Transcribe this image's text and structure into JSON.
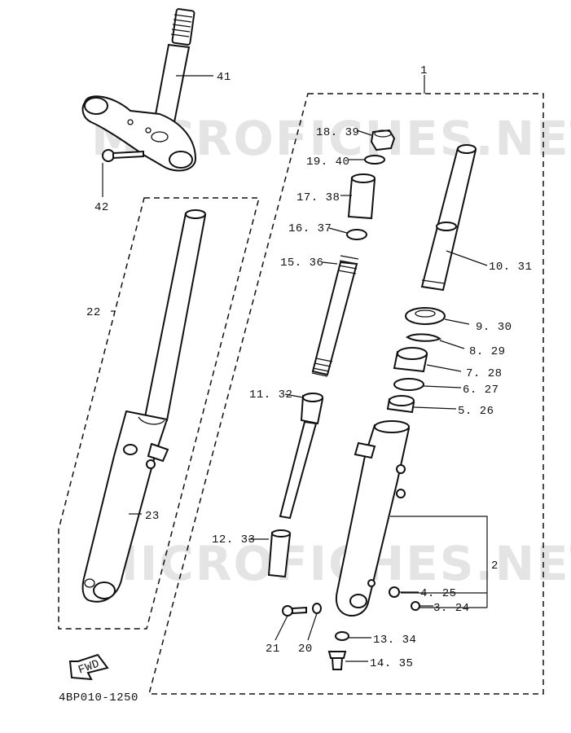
{
  "watermark": "MICROFICHES.NET",
  "drawing_code": "4BP010-1250",
  "fwd_label": "FWD",
  "callouts": {
    "c1": "1",
    "c2": "2",
    "c3": "3. 24",
    "c4": "4. 25",
    "c5": "5. 26",
    "c6": "6. 27",
    "c7": "7. 28",
    "c8": "8. 29",
    "c9": "9. 30",
    "c10": "10. 31",
    "c11": "11. 32",
    "c12": "12. 33",
    "c13": "13. 34",
    "c14": "14. 35",
    "c15": "15. 36",
    "c16": "16. 37",
    "c17": "17. 38",
    "c18": "18. 39",
    "c19": "19. 40",
    "c20": "20",
    "c21": "21",
    "c22": "22",
    "c23": "23",
    "c41": "41",
    "c42": "42"
  }
}
